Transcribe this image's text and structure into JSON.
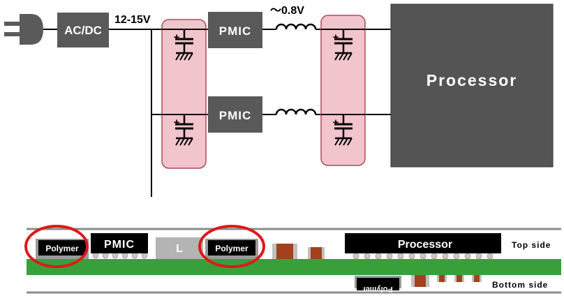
{
  "schematic": {
    "acdc_label": "AC/DC",
    "input_voltage": "12-15V",
    "pmic_top_label": "PMIC",
    "pmic_bottom_label": "PMIC",
    "output_voltage": "～0.8V",
    "processor_label": "Processor",
    "cap_plus": "+"
  },
  "board": {
    "top_side_label": "Top side",
    "bottom_side_label": "Bottom side",
    "polymer_left_label": "Polymer",
    "pmic_label": "PMIC",
    "inductor_label": "L",
    "polymer_mid_label": "Polymer",
    "processor_label": "Processor",
    "polymer_bottom_label": "Polymer"
  },
  "colors": {
    "block_gray": "#595959",
    "processor_gray": "#545454",
    "highlight_pink": "#f2c4cc",
    "highlight_border": "#b04a5a",
    "pcb_green": "#39a039",
    "capacitor_brown": "#a3411c",
    "circle_red": "#e01818",
    "chip_black": "#000000"
  }
}
